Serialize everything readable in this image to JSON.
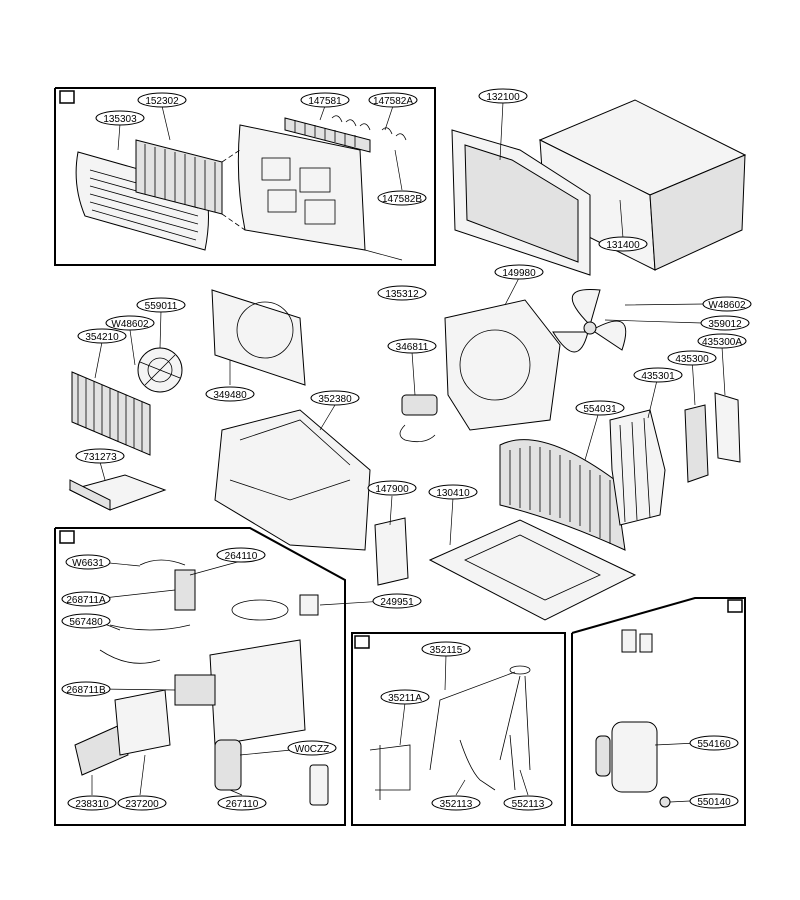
{
  "title": "",
  "section_markers": {
    "A": "",
    "B": "",
    "C": "",
    "D": ""
  },
  "labels": {
    "p152302": "152302",
    "p147581": "147581",
    "p147582A": "147582A",
    "p135303": "135303",
    "p147582B": "147582B",
    "p135312": "135312",
    "p132100": "132100",
    "p131400": "131400",
    "p149980": "149980",
    "pW48602a": "W48602",
    "p359012": "359012",
    "p559011": "559011",
    "pW48602b": "W48602",
    "p354210": "354210",
    "p349480": "349480",
    "p346811": "346811",
    "p435300A": "435300A",
    "p435300": "435300",
    "p435301": "435301",
    "p554031": "554031",
    "p352380": "352380",
    "p731273": "731273",
    "p147900": "147900",
    "p130410": "130410",
    "pW6631": "W6631",
    "p264110": "264110",
    "p268711A": "268711A",
    "p249951": "249951",
    "p567480": "567480",
    "p268711B": "268711B",
    "pW0CZZ": "W0CZZ",
    "p238310": "238310",
    "p237200": "237200",
    "p267110": "267110",
    "p352115": "352115",
    "p35211A": "35211A",
    "p352113": "352113",
    "p552113": "552113",
    "p554160": "554160",
    "p550140": "550140"
  }
}
